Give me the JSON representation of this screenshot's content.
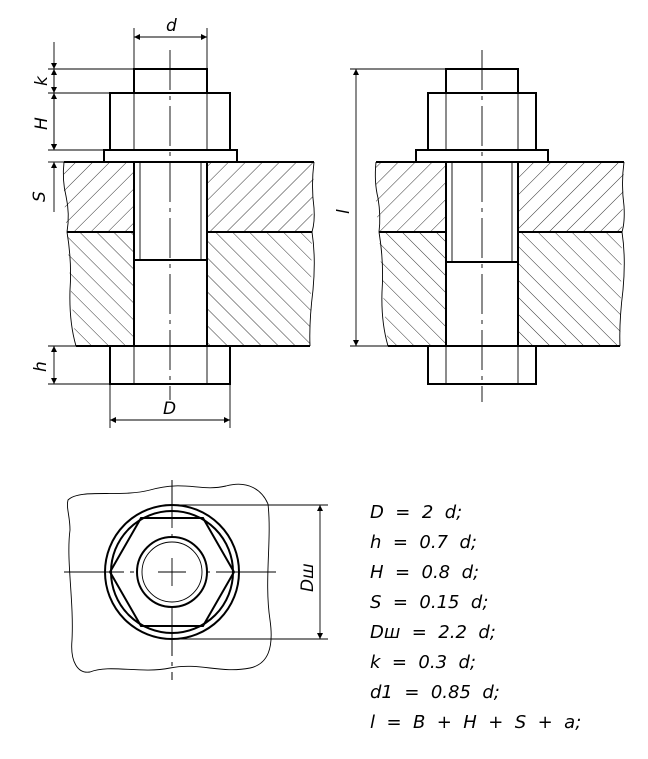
{
  "labels": {
    "d": "d",
    "k": "k",
    "H": "H",
    "S": "S",
    "h": "h",
    "D": "D",
    "l": "l",
    "Dw": "Dш"
  },
  "formulas": [
    "D  =  2  d;",
    "h  =  0.7  d;",
    "H  =  0.8  d;",
    "S  =  0.15  d;",
    "Dш  =  2.2  d;",
    "k  =  0.3  d;",
    "d1  =  0.85  d;",
    "l  =  B  +  H  +  S  +  a;"
  ]
}
